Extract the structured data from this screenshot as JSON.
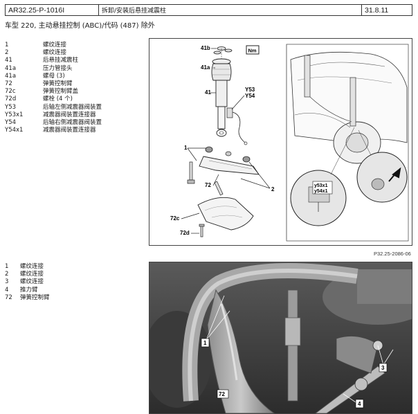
{
  "header": {
    "doc_id": "AR32.25-P-1016I",
    "title": "拆卸/安装后悬挂减震柱",
    "date": "31.8.11"
  },
  "model_line": "车型 220, 主动悬挂控制 (ABC)/代码 (487) 除外",
  "legend1": [
    {
      "key": "1",
      "text": "螺纹连接"
    },
    {
      "key": "2",
      "text": "螺纹连接"
    },
    {
      "key": "41",
      "text": "后悬挂减震柱"
    },
    {
      "key": "41a",
      "text": "压力管接头"
    },
    {
      "key": "41a",
      "text": "螺母 (3)"
    },
    {
      "key": "72",
      "text": "弹簧控制臂"
    },
    {
      "key": "72c",
      "text": "弹簧控制臂盖"
    },
    {
      "key": "72d",
      "text": "螺栓 (4 个)"
    },
    {
      "key": "Y53",
      "text": "后轴左侧减震器阀装置"
    },
    {
      "key": "Y53x1",
      "text": "减震器阀装置连接器"
    },
    {
      "key": "Y54",
      "text": "后轴右侧减震器阀装置"
    },
    {
      "key": "Y54x1",
      "text": "减震器阀装置连接器"
    }
  ],
  "legend2": [
    {
      "key": "1",
      "text": "螺纹连接"
    },
    {
      "key": "2",
      "text": "螺纹连接"
    },
    {
      "key": "3",
      "text": "螺纹连接"
    },
    {
      "key": "4",
      "text": "推力臂"
    },
    {
      "key": "72",
      "text": "弹簧控制臂"
    }
  ],
  "figure1": {
    "labels": {
      "l41b": "41b",
      "nm": "Nm",
      "l41a": "41a",
      "l41": "41",
      "y53": "Y53",
      "y54": "Y54",
      "l1": "1",
      "l2": "2",
      "l72": "72",
      "l72c": "72c",
      "l72d": "72d",
      "y53x1": "y53x1",
      "y54x1": "y54x1"
    },
    "ref": "P32.25-2086-06"
  },
  "photo": {
    "labels": {
      "p1": "1",
      "p72": "72",
      "p3": "3",
      "p4": "4"
    }
  }
}
